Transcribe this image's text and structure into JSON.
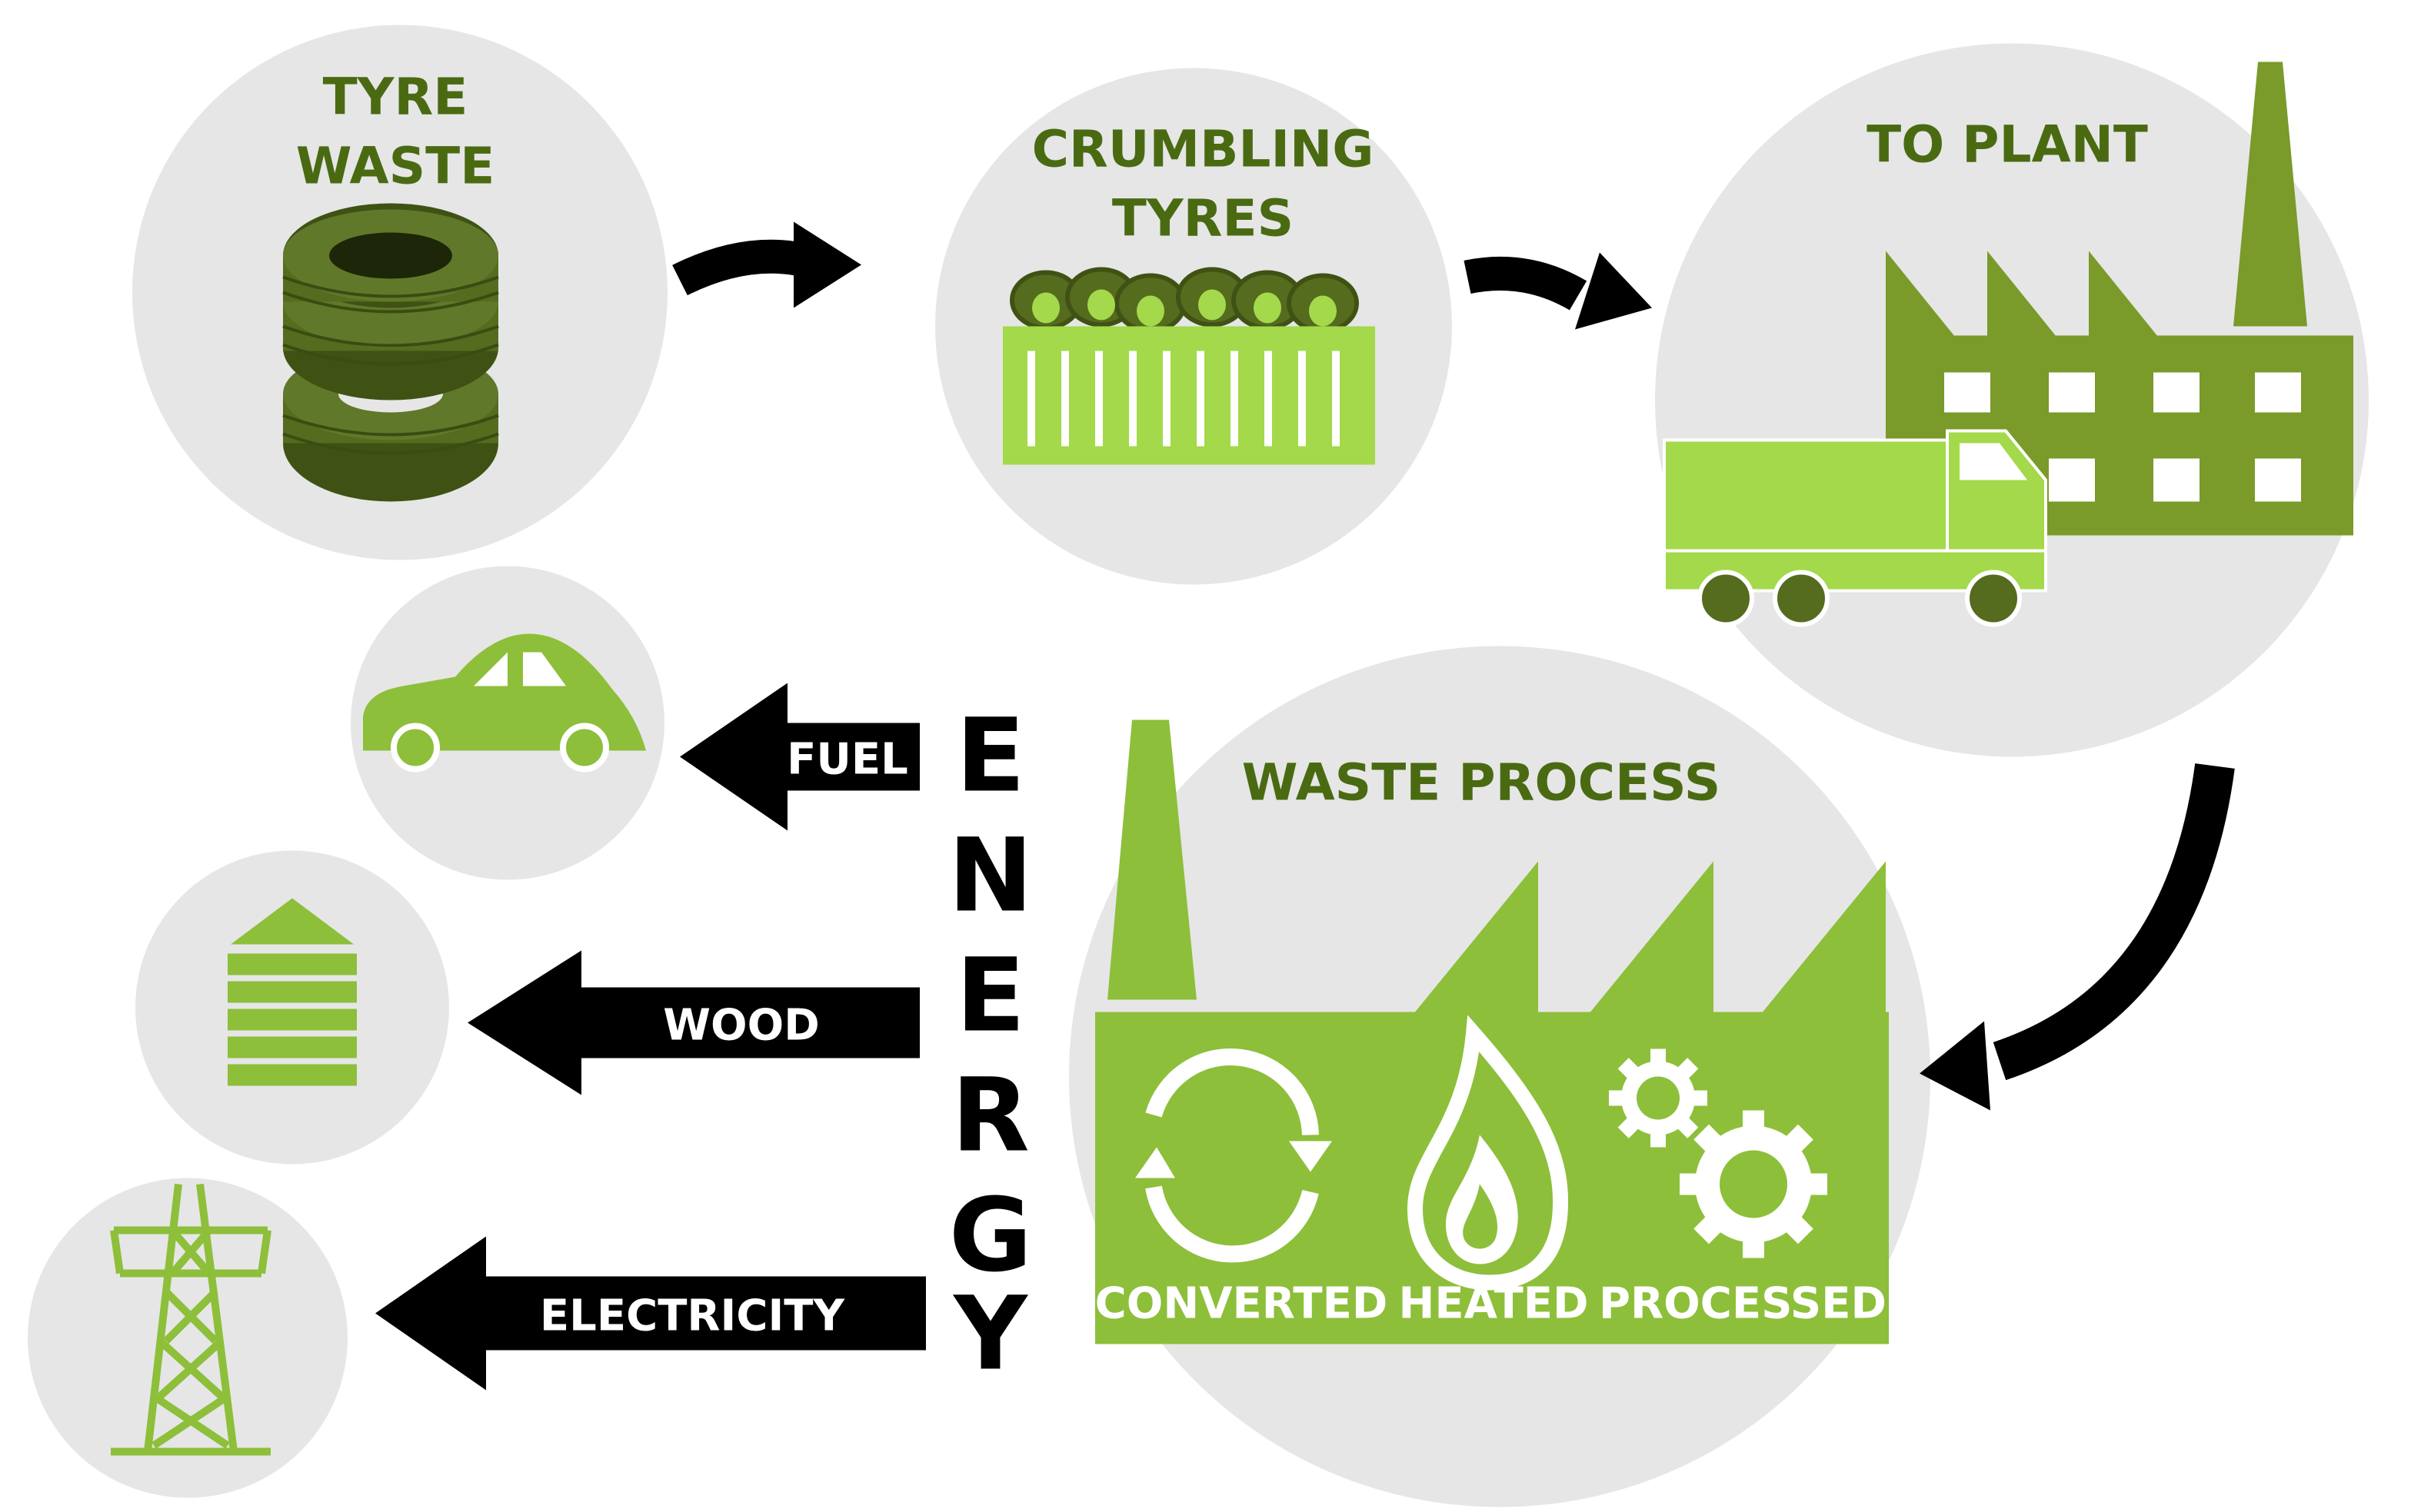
{
  "colors": {
    "circle_bg": "#e6e6e6",
    "dark_green": "#556b1e",
    "mid_green": "#7a9a2a",
    "light_green": "#8dbf3a",
    "bright_green": "#a3d94a",
    "arrow": "#000000",
    "label_text": "#4a6a12",
    "white": "#ffffff"
  },
  "stages": {
    "tyre_waste": {
      "line1": "TYRE",
      "line2": "WASTE"
    },
    "crumbling": {
      "line1": "CRUMBLING",
      "line2": "TYRES"
    },
    "to_plant": {
      "title": "TO PLANT"
    },
    "waste_process": {
      "title": "WASTE PROCESS",
      "steps": [
        "CONVERTED",
        "HEATED",
        "PROCESSED"
      ]
    }
  },
  "energy": {
    "letters": [
      "E",
      "N",
      "E",
      "R",
      "G",
      "Y"
    ],
    "outputs": [
      "FUEL",
      "WOOD",
      "ELECTRICITY"
    ]
  },
  "icons": {
    "tyre_stack": "tyre-stack-icon",
    "crumbling": "tyres-in-container-icon",
    "factory": "factory-icon",
    "truck": "truck-icon",
    "car": "car-icon",
    "wood": "wood-planks-icon",
    "pylon": "electricity-pylon-icon",
    "recycle": "recycle-icon",
    "flame": "flame-icon",
    "gears": "gears-icon"
  }
}
